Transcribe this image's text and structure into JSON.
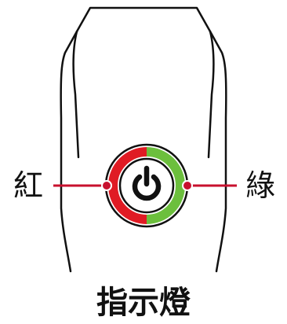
{
  "labels": {
    "left": "紅",
    "right": "綠",
    "caption": "指示燈"
  },
  "colors": {
    "outline": "#111111",
    "left_indicator": "#e01b24",
    "right_indicator": "#6cbf3d",
    "leader_line": "#c8102e",
    "power_ring": "#ffffff",
    "power_symbol": "#111111"
  },
  "icons": {
    "center": "power-icon"
  }
}
